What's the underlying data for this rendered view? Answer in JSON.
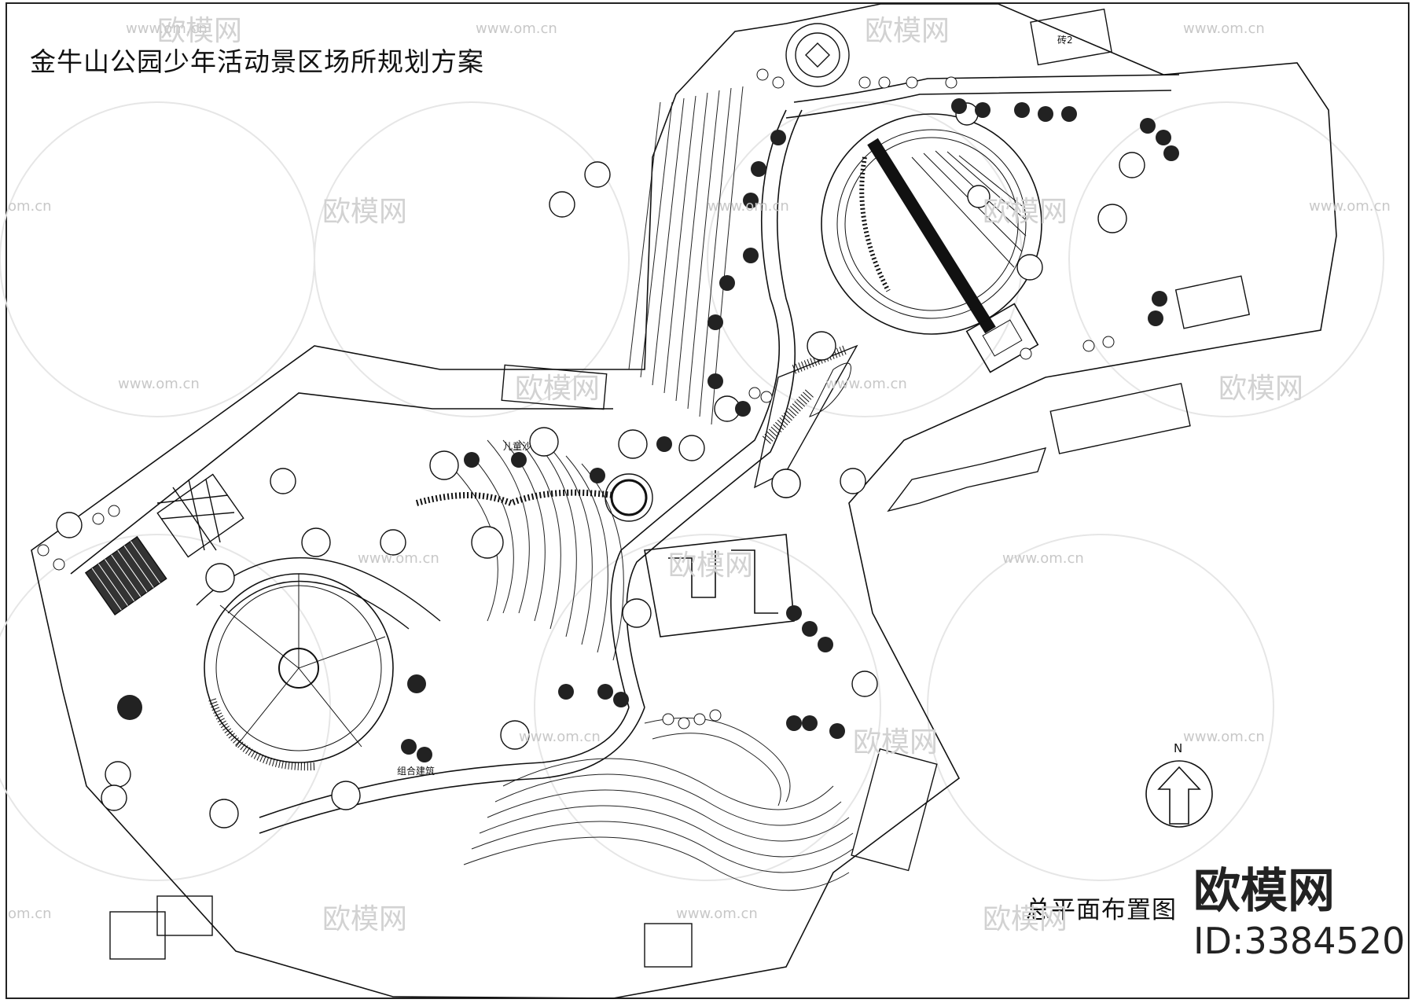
{
  "plan": {
    "title": "金牛山公园少年活动景区场所规划方案",
    "subtitle": "总平面布置图",
    "north_label": "N",
    "building_label": "砖2",
    "area_labels": [
      "儿童沙",
      "组合建筑"
    ]
  },
  "branding": {
    "logo_text": "欧模网",
    "id_text": "ID:3384520",
    "watermark_url": "www.om.cn",
    "watermark_url_partial": "om.cn",
    "watermark_logo": "欧模网"
  }
}
